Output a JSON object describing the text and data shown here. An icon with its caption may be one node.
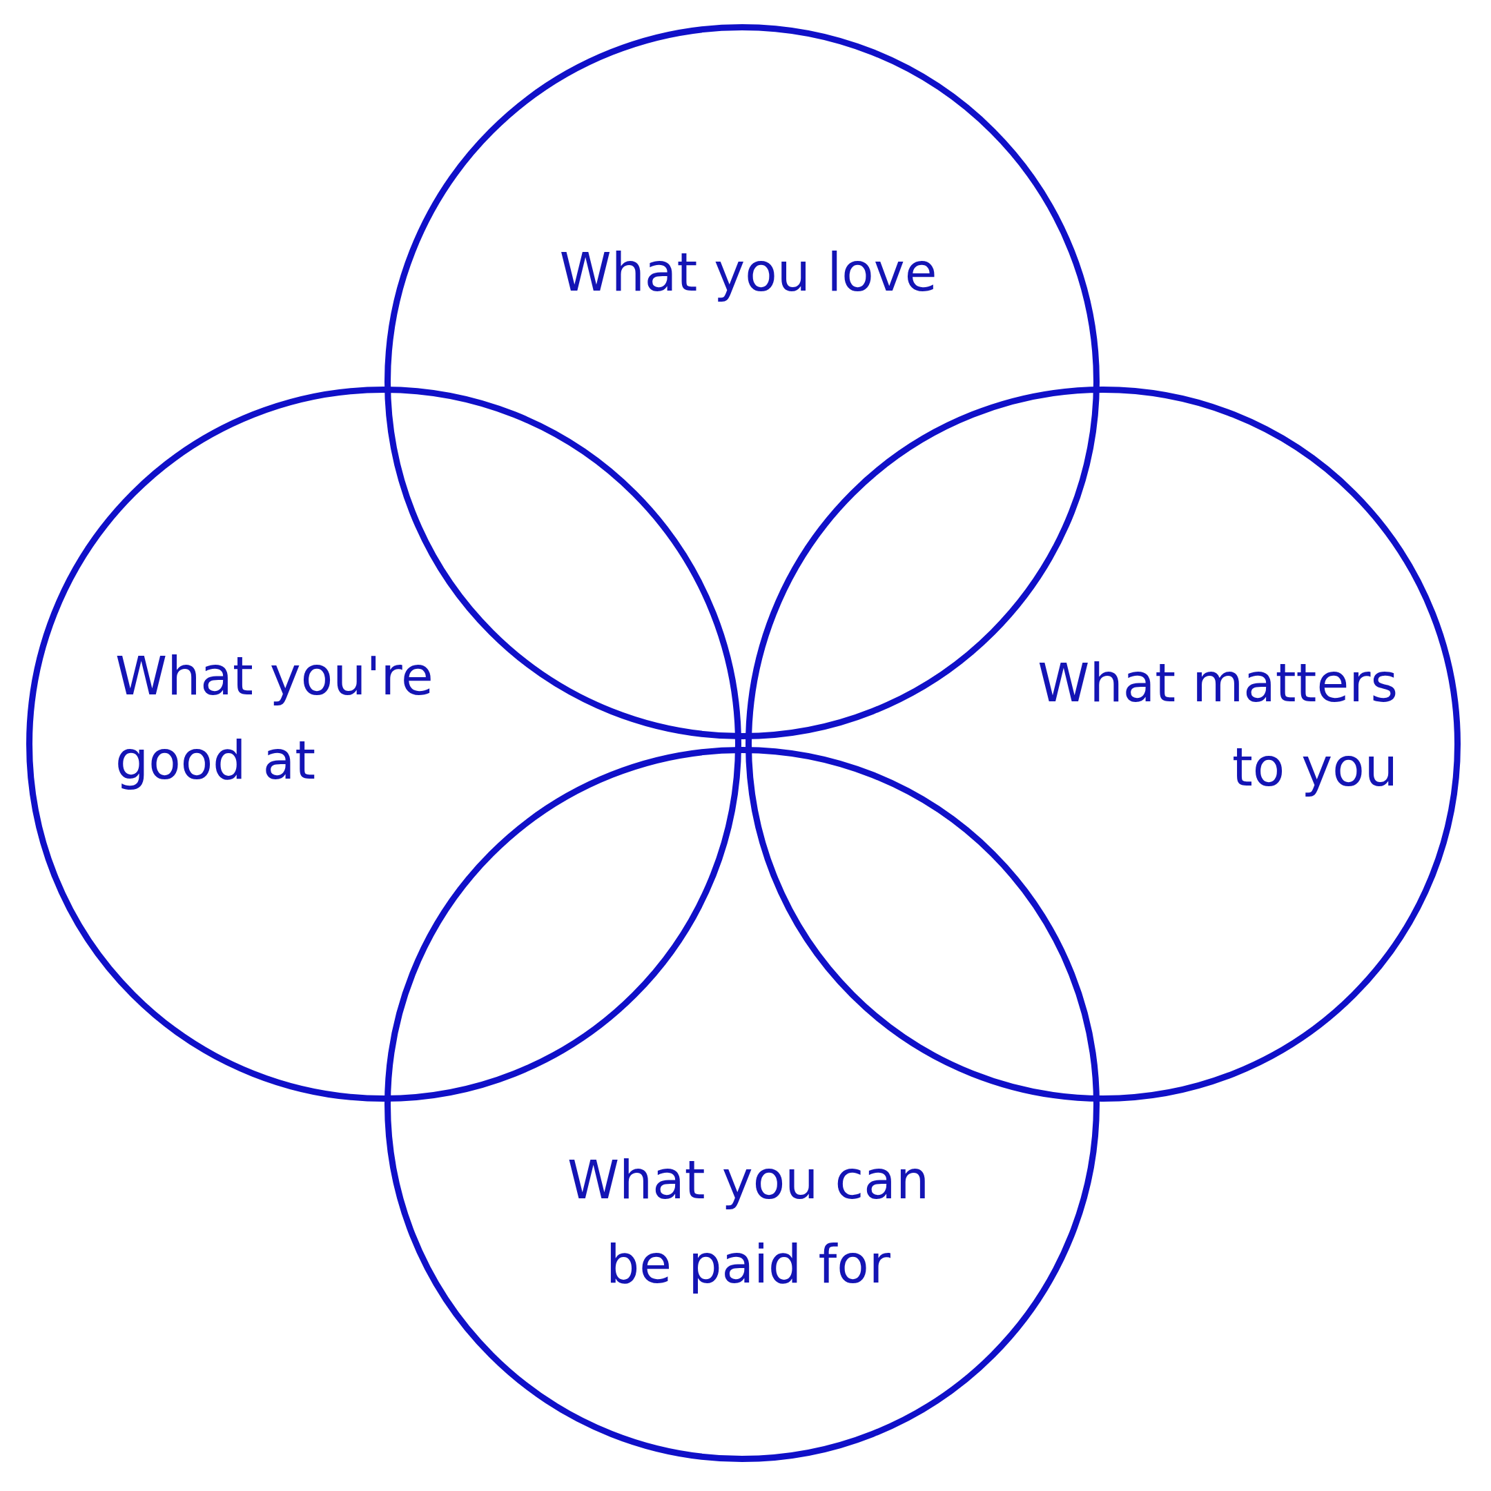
{
  "diagram": {
    "nodes": [
      {
        "text": [
          "What you love"
        ]
      },
      {
        "text": [
          "What you're good at"
        ]
      },
      {
        "text": [
          "What matters to you"
        ]
      },
      {
        "text": [
          "What you can be paid for"
        ]
      }
    ]
  }
}
